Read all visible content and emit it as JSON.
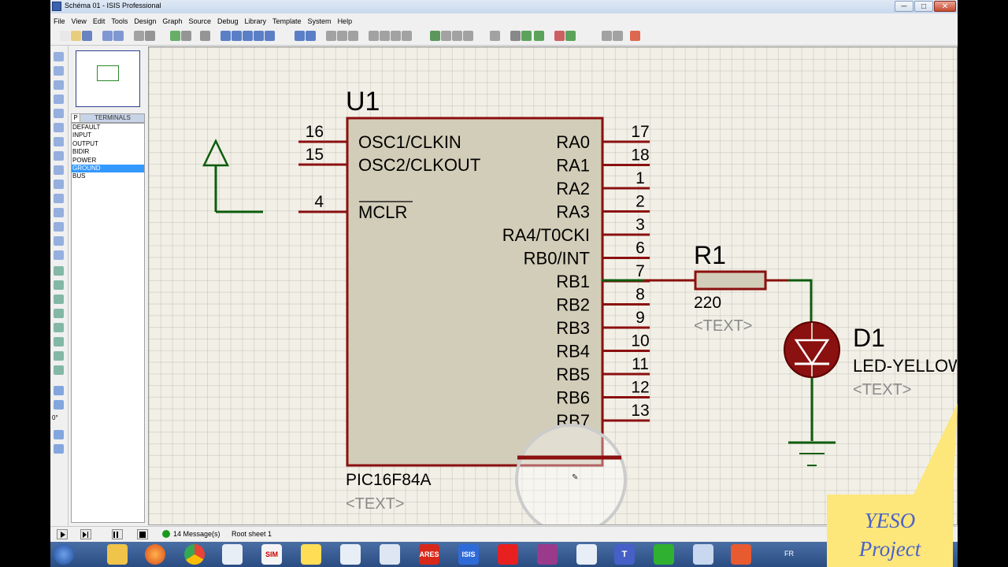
{
  "window": {
    "title": "Schéma 01 - ISIS Professional",
    "app_icon_label": "ISIS",
    "controls": [
      "─",
      "□",
      "✕"
    ]
  },
  "menu": [
    "File",
    "View",
    "Edit",
    "Tools",
    "Design",
    "Graph",
    "Source",
    "Debug",
    "Library",
    "Template",
    "System",
    "Help"
  ],
  "terminals": {
    "tab_label": "P",
    "header": "TERMINALS",
    "items": [
      "DEFAULT",
      "INPUT",
      "OUTPUT",
      "BIDIR",
      "POWER",
      "GROUND",
      "BUS"
    ],
    "selected": "GROUND"
  },
  "rotation": "0°",
  "schematic": {
    "mcu": {
      "ref": "U1",
      "part": "PIC16F84A",
      "text_placeholder": "<TEXT>",
      "left_pins": [
        {
          "num": "16",
          "name": "OSC1/CLKIN"
        },
        {
          "num": "15",
          "name": "OSC2/CLKOUT"
        },
        {
          "num": "4",
          "name": "MCLR"
        }
      ],
      "right_pins": [
        {
          "num": "17",
          "name": "RA0"
        },
        {
          "num": "18",
          "name": "RA1"
        },
        {
          "num": "1",
          "name": "RA2"
        },
        {
          "num": "2",
          "name": "RA3"
        },
        {
          "num": "3",
          "name": "RA4/T0CKI"
        },
        {
          "num": "6",
          "name": "RB0/INT"
        },
        {
          "num": "7",
          "name": "RB1"
        },
        {
          "num": "8",
          "name": "RB2"
        },
        {
          "num": "9",
          "name": "RB3"
        },
        {
          "num": "10",
          "name": "RB4"
        },
        {
          "num": "11",
          "name": "RB5"
        },
        {
          "num": "12",
          "name": "RB6"
        },
        {
          "num": "13",
          "name": "RB7"
        }
      ]
    },
    "resistor": {
      "ref": "R1",
      "value": "220",
      "text_placeholder": "<TEXT>"
    },
    "led": {
      "ref": "D1",
      "value": "LED-YELLOW",
      "text_placeholder": "<TEXT>"
    }
  },
  "status": {
    "messages": "14 Message(s)",
    "sheet": "Root sheet 1"
  },
  "taskbar": {
    "lang": "FR",
    "labels": [
      "SIM",
      "ARES",
      "ISIS",
      "T"
    ]
  },
  "watermark": {
    "line1": "YESO",
    "line2": "Project"
  },
  "colors": {
    "canvas": "#f2f0e6",
    "component_body": "#d2cdb8",
    "outline": "#8b1010",
    "wire": "#0d5c0d",
    "pin_text": "#000000",
    "placeholder_text": "#8a8a8a",
    "selection": "#3399ff"
  }
}
